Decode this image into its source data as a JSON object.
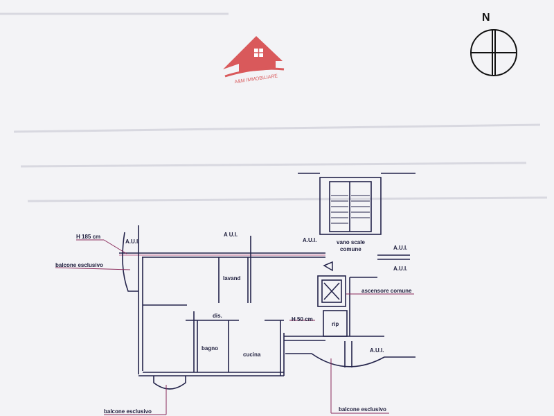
{
  "logo": {
    "text": "A&M IMMOBILIARE",
    "color": "#d9595b"
  },
  "compass": {
    "label": "N"
  },
  "labels": {
    "h185": "H 185 cm",
    "aui_left": "A.U.I.",
    "aui_top": "A U.I.",
    "aui_mid": "A.U.I.",
    "balcone_left": "balcone esclusivo",
    "lavand": "lavand",
    "dis": "dis.",
    "bagno": "bagno",
    "cucina": "cucina",
    "vano_scale_1": "vano scale",
    "vano_scale_2": "comune",
    "aui_right_1": "A.U.I.",
    "aui_right_2": "A.U.I.",
    "ascensore": "ascensore comune",
    "h50": "H 50 cm",
    "rip": "rip",
    "aui_bottom": "A.U.I.",
    "balcone_bottom_left": "balcone esclusivo",
    "balcone_bottom_right": "balcone esclusivo"
  },
  "colors": {
    "wall": "#23234a",
    "accent": "#b0306a",
    "background": "#f3f3f6"
  }
}
